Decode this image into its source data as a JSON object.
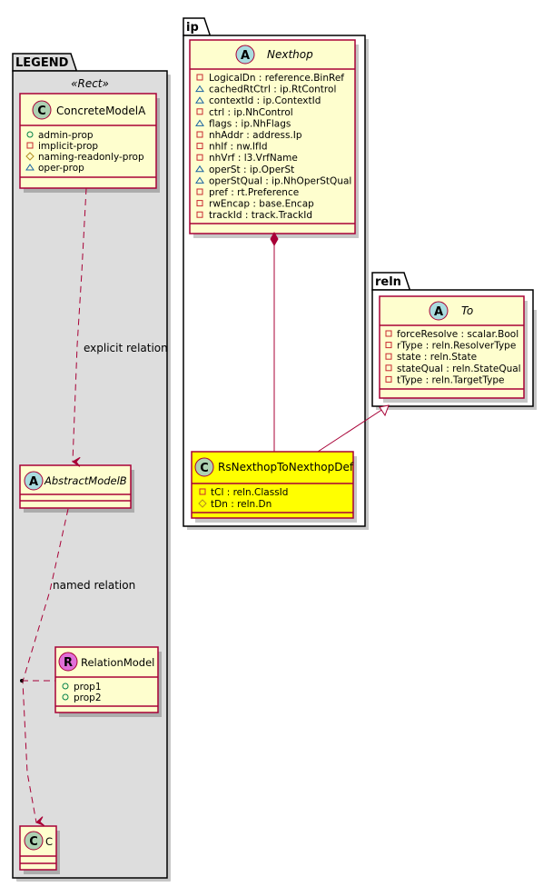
{
  "diagram": {
    "type": "uml-class-diagram",
    "colors": {
      "class_fill": "#fefece",
      "class_border": "#a80036",
      "highlight_fill": "#ffff00",
      "legend_fill": "#dddddd",
      "edge": "#a80036",
      "visibility_private": "#c82930",
      "visibility_protected": "#b38d22",
      "visibility_package": "#1963a0",
      "visibility_public": "#038048",
      "circle_class": "#add1b2",
      "circle_abstract": "#a9dcdf",
      "circle_relation": "#e06fd8"
    },
    "packages": {
      "legend": {
        "title": "LEGEND",
        "stereotype": "«Rect»"
      },
      "ip": {
        "title": "ip"
      },
      "reln": {
        "title": "reln"
      }
    },
    "classes": {
      "concrete_model_a": {
        "kind_glyph": "C",
        "name": "ConcreteModelA",
        "attributes": [
          {
            "visibility": "public",
            "text": "admin-prop"
          },
          {
            "visibility": "private",
            "text": "implicit-prop"
          },
          {
            "visibility": "protected",
            "text": "naming-readonly-prop"
          },
          {
            "visibility": "package",
            "text": "oper-prop"
          }
        ]
      },
      "abstract_model_b": {
        "kind_glyph": "A",
        "name": "AbstractModelB",
        "attributes": []
      },
      "relation_model": {
        "kind_glyph": "R",
        "name": "RelationModel",
        "attributes": [
          {
            "visibility": "public",
            "text": "prop1"
          },
          {
            "visibility": "public",
            "text": "prop2"
          }
        ]
      },
      "c": {
        "kind_glyph": "C",
        "name": "C",
        "attributes": []
      },
      "nexthop": {
        "kind_glyph": "A",
        "name": "Nexthop",
        "attributes": [
          {
            "visibility": "private",
            "text": "LogicalDn : reference.BinRef"
          },
          {
            "visibility": "package",
            "text": "cachedRtCtrl : ip.RtControl"
          },
          {
            "visibility": "package",
            "text": "contextId : ip.ContextId"
          },
          {
            "visibility": "private",
            "text": "ctrl : ip.NhControl"
          },
          {
            "visibility": "package",
            "text": "flags : ip.NhFlags"
          },
          {
            "visibility": "private",
            "text": "nhAddr : address.Ip"
          },
          {
            "visibility": "private",
            "text": "nhIf : nw.IfId"
          },
          {
            "visibility": "private",
            "text": "nhVrf : l3.VrfName"
          },
          {
            "visibility": "package",
            "text": "operSt : ip.OperSt"
          },
          {
            "visibility": "package",
            "text": "operStQual : ip.NhOperStQual"
          },
          {
            "visibility": "private",
            "text": "pref : rt.Preference"
          },
          {
            "visibility": "private",
            "text": "rwEncap : base.Encap"
          },
          {
            "visibility": "private",
            "text": "trackId : track.TrackId"
          }
        ]
      },
      "rs_nexthop_to_nexthop_def": {
        "kind_glyph": "C",
        "name": "RsNexthopToNexthopDef",
        "attributes": [
          {
            "visibility": "private",
            "text": "tCl : reln.ClassId"
          },
          {
            "visibility": "protected",
            "text": "tDn : reln.Dn"
          }
        ]
      },
      "to": {
        "kind_glyph": "A",
        "name": "To",
        "attributes": [
          {
            "visibility": "private",
            "text": "forceResolve : scalar.Bool"
          },
          {
            "visibility": "private",
            "text": "rType : reln.ResolverType"
          },
          {
            "visibility": "private",
            "text": "state : reln.State"
          },
          {
            "visibility": "private",
            "text": "stateQual : reln.StateQual"
          },
          {
            "visibility": "private",
            "text": "tType : reln.TargetType"
          }
        ]
      }
    },
    "relations": [
      {
        "from": "ConcreteModelA",
        "to": "AbstractModelB",
        "style": "dashed-arrow",
        "label": "explicit relation"
      },
      {
        "from": "AbstractModelB",
        "to": "C",
        "style": "dashed-arrow",
        "label": "named relation",
        "association_class": "RelationModel"
      },
      {
        "from": "Nexthop",
        "to": "RsNexthopToNexthopDef",
        "style": "composition",
        "label": ""
      },
      {
        "from": "RsNexthopToNexthopDef",
        "to": "To",
        "style": "inheritance",
        "label": ""
      }
    ]
  }
}
